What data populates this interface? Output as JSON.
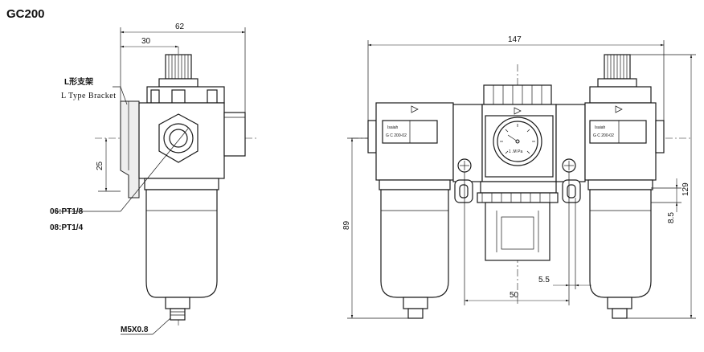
{
  "title": "GC200",
  "left_view": {
    "dim_width": "62",
    "dim_offset": "30",
    "dim_height": "25",
    "bracket_label_cn": "L形支架",
    "bracket_label_en": "L Type Bracket",
    "port_label_1": "06:PT1/8",
    "port_label_2": "08:PT1/4",
    "thread_label": "M5X0.8"
  },
  "right_view": {
    "dim_total_width": "147",
    "dim_total_height": "129",
    "dim_height_89": "89",
    "dim_50": "50",
    "dim_5_5": "5.5",
    "dim_8_5": "8.5",
    "brand": "Isaiah",
    "model": "G C 200-02",
    "gauge_label": "1 .M Pa"
  }
}
